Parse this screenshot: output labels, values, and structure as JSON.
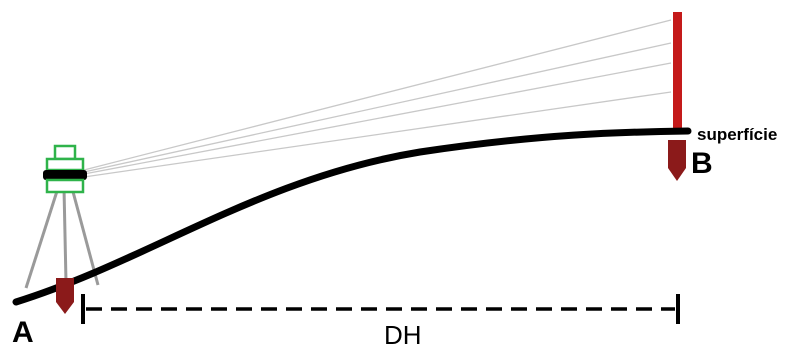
{
  "labels": {
    "point_a": "A",
    "point_b": "B",
    "surface": "superfície",
    "horizontal_distance": "DH"
  },
  "colors": {
    "ground": "#000000",
    "rod": "#c41a1a",
    "stake": "#8b1a1a",
    "instrument": "#2fb34a",
    "tripod": "#9a9a9a",
    "sight_lines": "#c8c8c8"
  },
  "icons": {
    "instrument": "level-instrument-icon",
    "rod": "leveling-rod-icon",
    "stake": "survey-stake-icon"
  }
}
